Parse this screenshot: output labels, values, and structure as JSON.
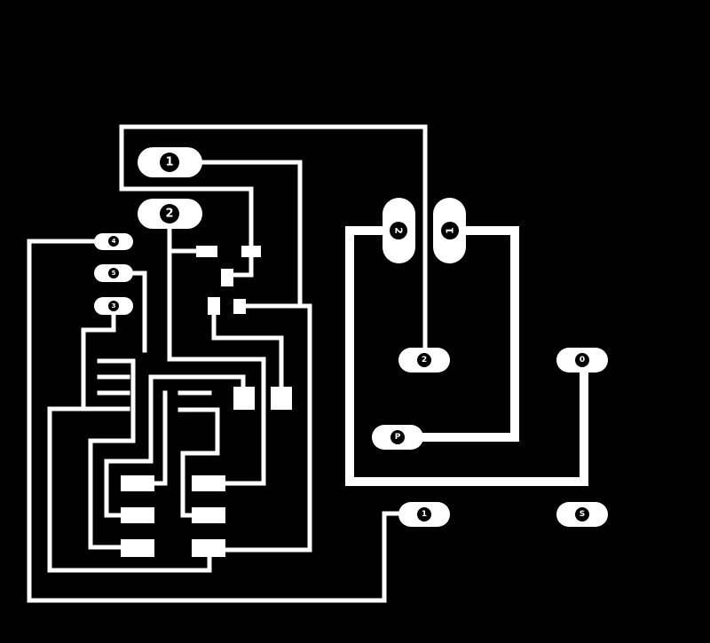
{
  "board": {
    "background_color": "#000000",
    "copper_color": "#ffffff"
  },
  "labels": {
    "pad_top_1": "1",
    "pad_top_2": "2",
    "pad_small_left_a": "4",
    "pad_small_left_b": "5",
    "pad_small_left_c": "3",
    "pad_vertical_2": "2",
    "pad_vertical_1": "1",
    "pad_mid_2": "2",
    "pad_right_0": "0",
    "pad_p": "P",
    "pad_bottom_1": "1",
    "pad_bottom_s": "S"
  }
}
